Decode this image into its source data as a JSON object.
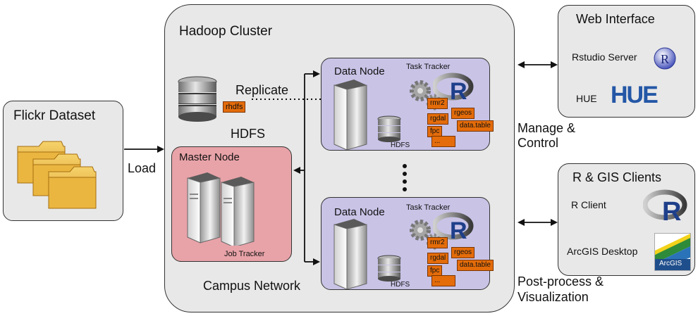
{
  "flickr": {
    "title": "Flickr Dataset"
  },
  "load_label": "Load",
  "cluster": {
    "title": "Hadoop Cluster",
    "hdfs_label": "HDFS",
    "replicate_label": "Replicate",
    "rhdfs_tag": "rhdfs",
    "network_label": "Campus Network"
  },
  "master": {
    "title": "Master Node",
    "job_tracker": "Job Tracker"
  },
  "data_nodes": [
    {
      "title": "Data Node",
      "task_tracker": "Task Tracker",
      "hdfs": "HDFS",
      "packages": [
        "rmr2",
        "rgdal",
        "rgeos",
        "fpc",
        "data.table",
        "..."
      ]
    },
    {
      "title": "Data Node",
      "task_tracker": "Task Tracker",
      "hdfs": "HDFS",
      "packages": [
        "rmr2",
        "rgdal",
        "rgeos",
        "fpc",
        "data.table",
        "..."
      ]
    }
  ],
  "web": {
    "title": "Web Interface",
    "rstudio": "Rstudio Server",
    "hue": "HUE",
    "hue_logo": "HUE"
  },
  "clients": {
    "title": "R & GIS Clients",
    "rclient": "R Client",
    "arcgis": "ArcGIS Desktop",
    "arcgis_logo": "ArcGIS"
  },
  "manage_label": [
    "Manage &",
    "Control"
  ],
  "post_label": [
    "Post-process &",
    "Visualization"
  ],
  "icons": [
    "folder-icon",
    "database-icon",
    "server-icon",
    "r-logo-icon",
    "gear-icon",
    "hue-logo-icon",
    "arcgis-logo-icon"
  ],
  "colors": {
    "panel": "#e8e8e8",
    "data_node": "#c9c3e6",
    "master": "#e8a3a8",
    "tag": "#e46c0a",
    "folder": "#e9b23a"
  }
}
